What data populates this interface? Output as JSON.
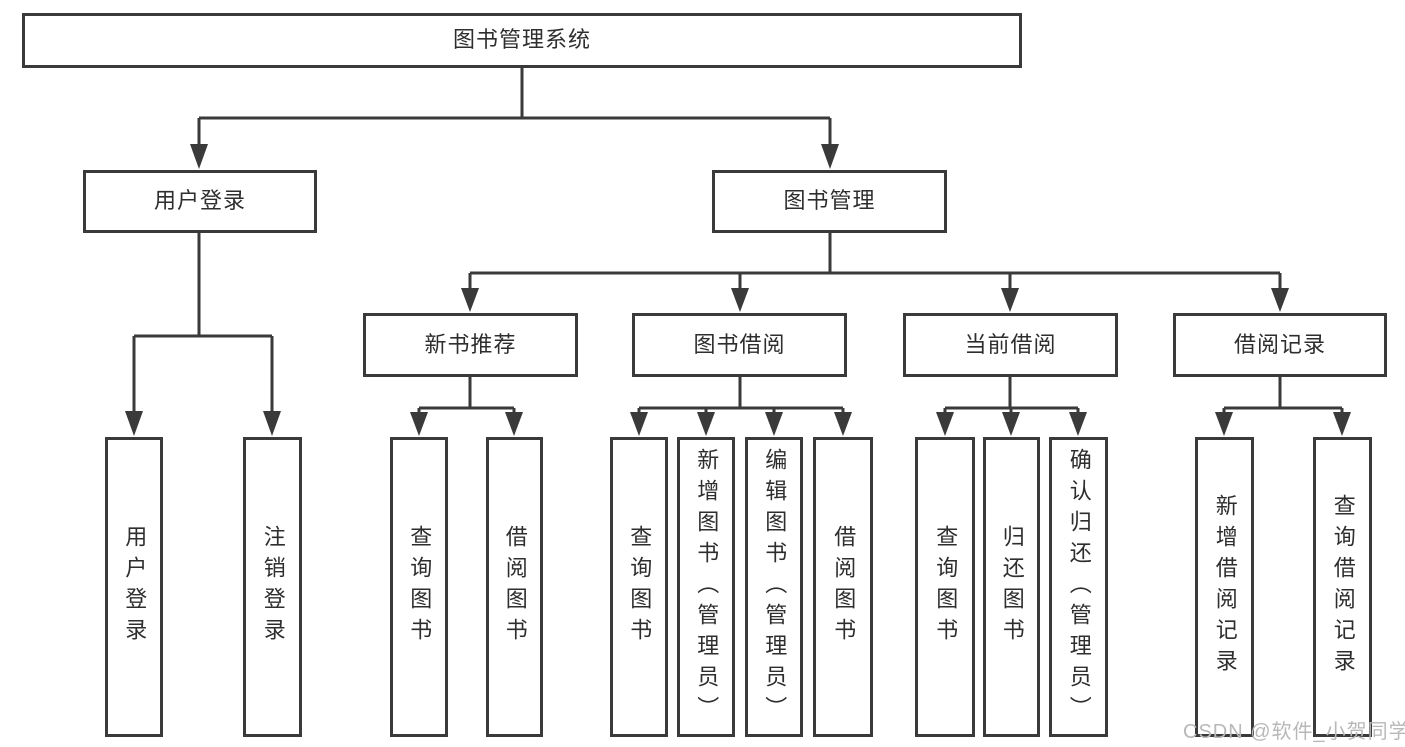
{
  "theme": {
    "background": "#ffffff",
    "line_color": "#3a3a3a",
    "box_fill": "#ffffff",
    "text_color": "#2e2e2e",
    "watermark_color": "#b8b8b8"
  },
  "diagram": {
    "root": "图书管理系统",
    "level1": [
      "用户登录",
      "图书管理"
    ],
    "level2": [
      "新书推荐",
      "图书借阅",
      "当前借阅",
      "借阅记录"
    ],
    "leaves": {
      "user_login": [
        "用户登录",
        "注销登录"
      ],
      "new_books": [
        "查询图书",
        "借阅图书"
      ],
      "book_borrow": [
        "查询图书",
        "新增图书（管理员）",
        "编辑图书（管理员）",
        "借阅图书"
      ],
      "current_borrow": [
        "查询图书",
        "归还图书",
        "确认归还（管理员）"
      ],
      "borrow_records": [
        "新增借阅记录",
        "查询借阅记录"
      ]
    }
  },
  "watermark": "CSDN @软件_小贺同学"
}
